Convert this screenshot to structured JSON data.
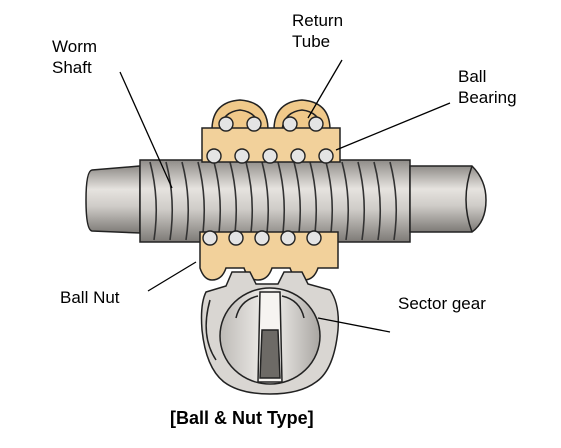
{
  "labels": {
    "worm_shaft": "Worm\nShaft",
    "return_tube": "Return\nTube",
    "ball_bearing": "Ball\nBearing",
    "ball_nut": "Ball Nut",
    "sector_gear": "Sector gear"
  },
  "caption": "[Ball & Nut Type]",
  "colors": {
    "shaft": "#c9c6c2",
    "nut": "#f2d19b",
    "ball": "#e4e4e4",
    "outline": "#222222"
  },
  "icons": [
    "worm-shaft-icon",
    "ball-nut-icon",
    "ball-bearing-icon",
    "return-tube-icon",
    "sector-gear-icon"
  ]
}
